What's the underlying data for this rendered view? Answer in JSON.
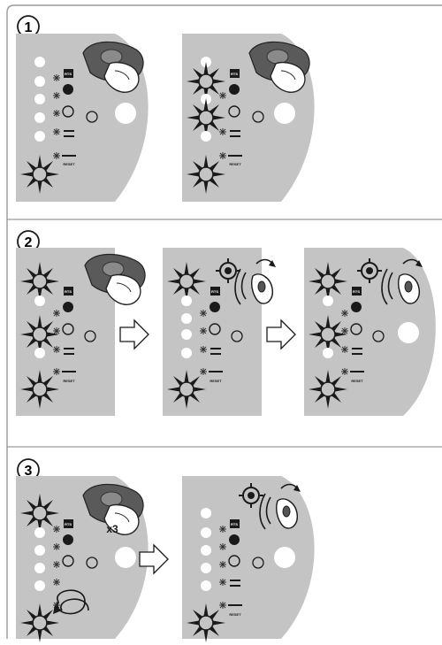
{
  "steps": [
    {
      "number": "1",
      "panels": 2
    },
    {
      "number": "2",
      "panels": 3
    },
    {
      "number": "3",
      "panels": 2
    }
  ],
  "panel_labels": {
    "rts": "RTS",
    "reset": "RESET"
  },
  "press_count": "x3",
  "colors": {
    "panel_fill": "#c4c4c4",
    "frame": "#9a9a9a",
    "ink": "#1a1a1a",
    "hand": "#555555",
    "hand_fill": "#ffffff"
  }
}
